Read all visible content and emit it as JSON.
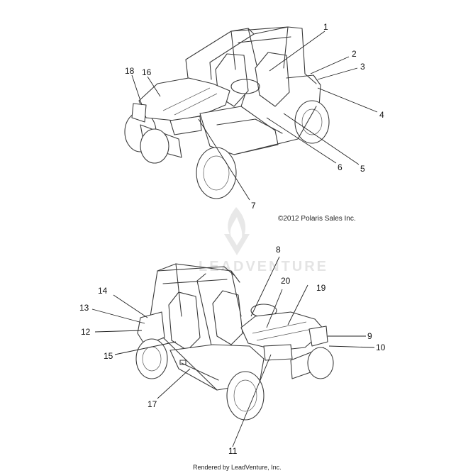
{
  "diagram": {
    "copyright": "©2012 Polaris Sales Inc.",
    "footer": "Rendered by LeadVenture, Inc.",
    "watermark": "LEADVENTURE",
    "top_callouts": [
      "1",
      "2",
      "3",
      "4",
      "5",
      "6",
      "7",
      "16",
      "18"
    ],
    "bottom_callouts": [
      "8",
      "9",
      "10",
      "11",
      "12",
      "13",
      "14",
      "15",
      "17",
      "19",
      "20"
    ]
  }
}
